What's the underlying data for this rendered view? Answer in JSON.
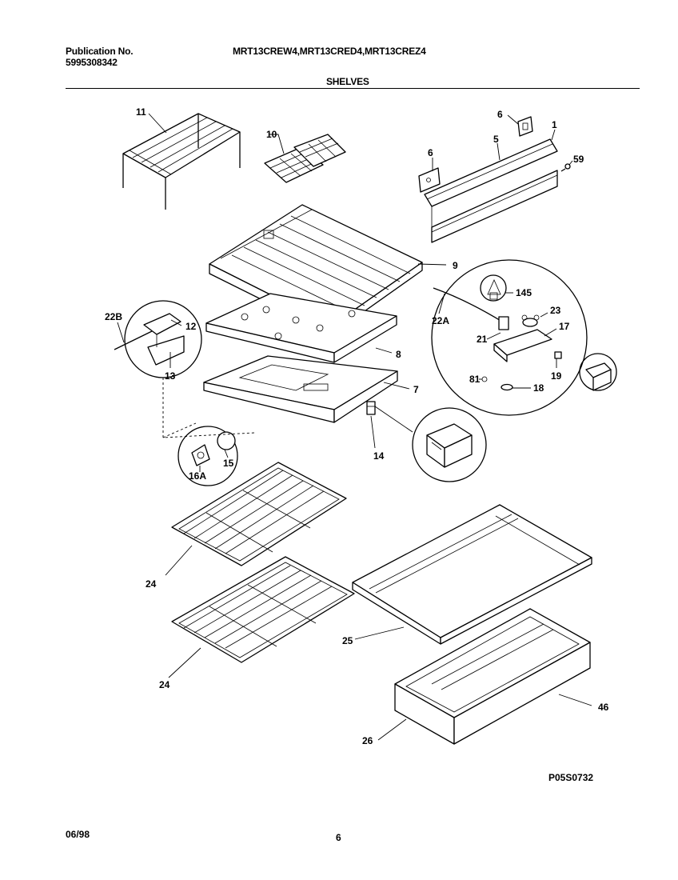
{
  "header": {
    "publication_label": "Publication No.",
    "publication_number": "5995308342",
    "models": "MRT13CREW4,MRT13CRED4,MRT13CREZ4",
    "section": "SHELVES"
  },
  "diagram": {
    "code": "P05S0732",
    "callouts": [
      "11",
      "10",
      "6",
      "6",
      "5",
      "1",
      "59",
      "9",
      "22B",
      "12",
      "13",
      "8",
      "7",
      "145",
      "23",
      "22A",
      "21",
      "17",
      "81",
      "19",
      "18",
      "14",
      "16A",
      "15",
      "24",
      "24",
      "25",
      "46",
      "26"
    ]
  },
  "footer": {
    "date": "06/98",
    "page": "6"
  }
}
